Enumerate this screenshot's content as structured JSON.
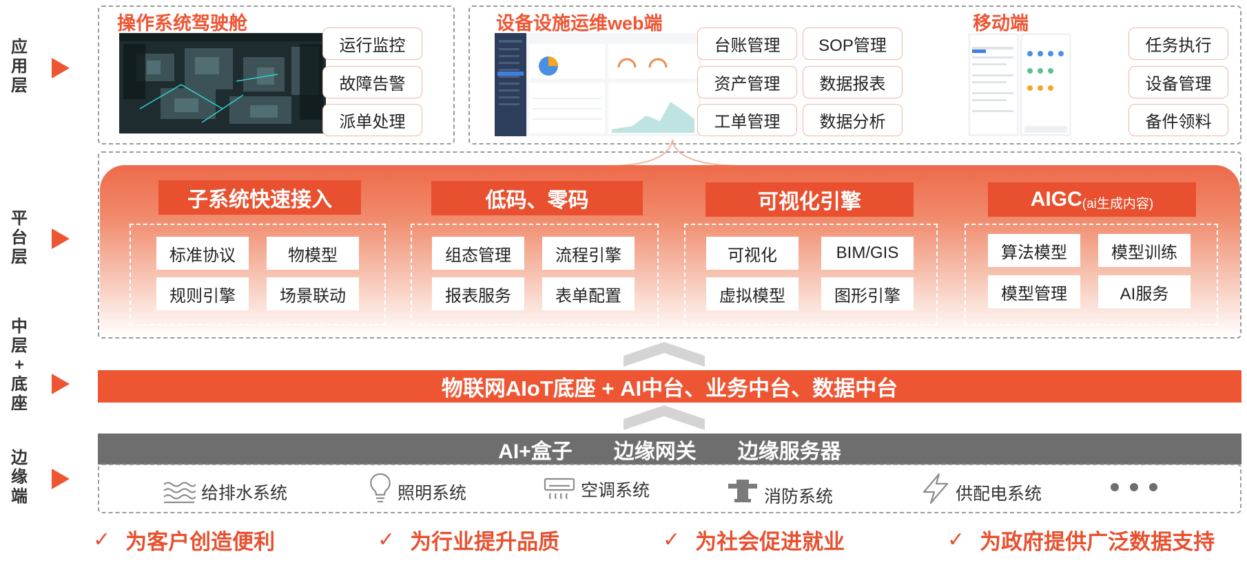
{
  "layers": [
    {
      "label": "应\n用\n层"
    },
    {
      "label": "平\n台\n层"
    },
    {
      "label": "中\n层\n+\n底\n座"
    },
    {
      "label": "边\n缘\n端"
    }
  ],
  "app": {
    "cockpit": {
      "title": "操作系统驾驶舱",
      "items": [
        "运行监控",
        "故障告警",
        "派单处理"
      ]
    },
    "web": {
      "title": "设备设施运维web端",
      "items": [
        "台账管理",
        "SOP管理",
        "资产管理",
        "数据报表",
        "工单管理",
        "数据分析"
      ]
    },
    "mobile": {
      "title": "移动端",
      "items": [
        "任务执行",
        "设备管理",
        "备件领料"
      ]
    }
  },
  "platform": {
    "groups": [
      {
        "title": "子系统快速接入",
        "items": [
          "标准协议",
          "物模型",
          "规则引擎",
          "场景联动"
        ]
      },
      {
        "title": "低码、零码",
        "items": [
          "组态管理",
          "流程引擎",
          "报表服务",
          "表单配置"
        ]
      },
      {
        "title": "可视化引擎",
        "items": [
          "可视化",
          "BIM/GIS",
          "虚拟模型",
          "图形引擎"
        ]
      },
      {
        "title_main": "AIGC",
        "title_sub": "(ai生成内容)",
        "items": [
          "算法模型",
          "模型训练",
          "模型管理",
          "AI服务"
        ]
      }
    ]
  },
  "middle": {
    "label": "物联网AIoT底座 + AI中台、业务中台、数据中台"
  },
  "edge": {
    "bar": [
      "AI+盒子",
      "边缘网关",
      "边缘服务器"
    ],
    "systems": [
      {
        "label": "给排水系统",
        "icon": "water-icon"
      },
      {
        "label": "照明系统",
        "icon": "lightbulb-icon"
      },
      {
        "label": "空调系统",
        "icon": "air-conditioner-icon"
      },
      {
        "label": "消防系统",
        "icon": "fire-hydrant-icon"
      },
      {
        "label": "供配电系统",
        "icon": "lightning-icon"
      }
    ]
  },
  "benefits": [
    "为客户创造便利",
    "为行业提升品质",
    "为社会促进就业",
    "为政府提供广泛数据支持"
  ],
  "colors": {
    "accent": "#ee5533",
    "gray_bar": "#6e6e6e",
    "dash": "#9a9a9a"
  }
}
